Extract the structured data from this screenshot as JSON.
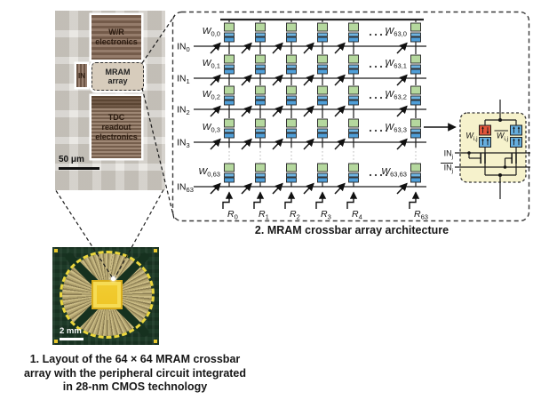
{
  "layout_panel": {
    "wr_lines": [
      "W/R",
      "electronics"
    ],
    "in_label": "IN",
    "mram_lines": [
      "MRAM",
      "array"
    ],
    "tdc_lines": [
      "TDC",
      "readout",
      "electronics"
    ],
    "scale_label": "50 μm"
  },
  "photo_panel": {
    "scale_label": "2 mm"
  },
  "captions": {
    "figure1_lines": [
      "1. Layout of the 64 × 64 MRAM crossbar",
      "array with the peripheral circuit integrated",
      "in 28-nm CMOS technology"
    ],
    "figure2": "2. MRAM crossbar array architecture"
  },
  "crossbar": {
    "weight_symbol": "W",
    "input_symbol": "IN",
    "readout_symbol": "R",
    "rows": [
      {
        "input_sub": "0",
        "weight_first_sub": "0,0",
        "weight_last_sub": "63,0"
      },
      {
        "input_sub": "1",
        "weight_first_sub": "0,1",
        "weight_last_sub": "63,1"
      },
      {
        "input_sub": "2",
        "weight_first_sub": "0,2",
        "weight_last_sub": "63,2"
      },
      {
        "input_sub": "3",
        "weight_first_sub": "0,3",
        "weight_last_sub": "63,3"
      },
      {
        "input_sub": "63",
        "weight_first_sub": "0,63",
        "weight_last_sub": "63,63"
      }
    ],
    "readout_subs": [
      "0",
      "1",
      "2",
      "3",
      "4",
      "63"
    ]
  },
  "inset": {
    "weight_symbol": "W",
    "weight_sub": "i,j",
    "weight_bar_sub": "i,j",
    "input_symbol": "IN",
    "input_sub": "j",
    "input_bar_sub": "j"
  },
  "colors": {
    "device_green": "#b5d89e",
    "device_blue_light": "#6fb5e2",
    "device_blue": "#4f9ed8",
    "cell_ap": "#e2553a",
    "cell_p": "#66aede",
    "inset_fill": "#f6f2cc",
    "accent_brown": "#8d7260",
    "die_gold": "#eec92c"
  }
}
